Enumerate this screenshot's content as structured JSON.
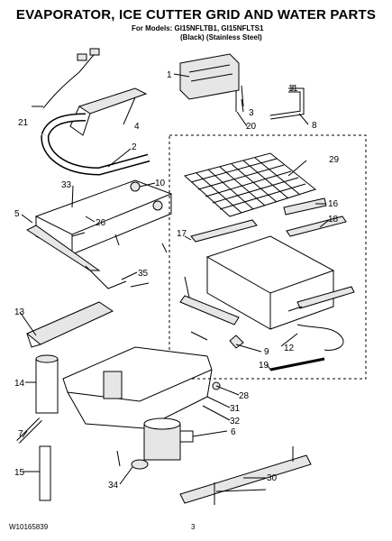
{
  "header": {
    "title": "EVAPORATOR, ICE CUTTER GRID AND WATER PARTS",
    "models_line": "For Models: GI15NFLTB1, GI15NFLTS1",
    "variants_line": "(Black)     (Stainless Steel)"
  },
  "footer": {
    "doc_number": "W10165839",
    "page_number": "3"
  },
  "callouts": [
    "1",
    "2",
    "3",
    "4",
    "5",
    "6",
    "7",
    "8",
    "9",
    "10",
    "11",
    "12",
    "13",
    "14",
    "15",
    "16",
    "17",
    "18",
    "19",
    "20",
    "21",
    "26",
    "28",
    "29",
    "30",
    "31",
    "32",
    "33",
    "34",
    "35"
  ],
  "colors": {
    "ink": "#000000",
    "paper": "#ffffff",
    "part_fill": "#e6e6e6"
  }
}
